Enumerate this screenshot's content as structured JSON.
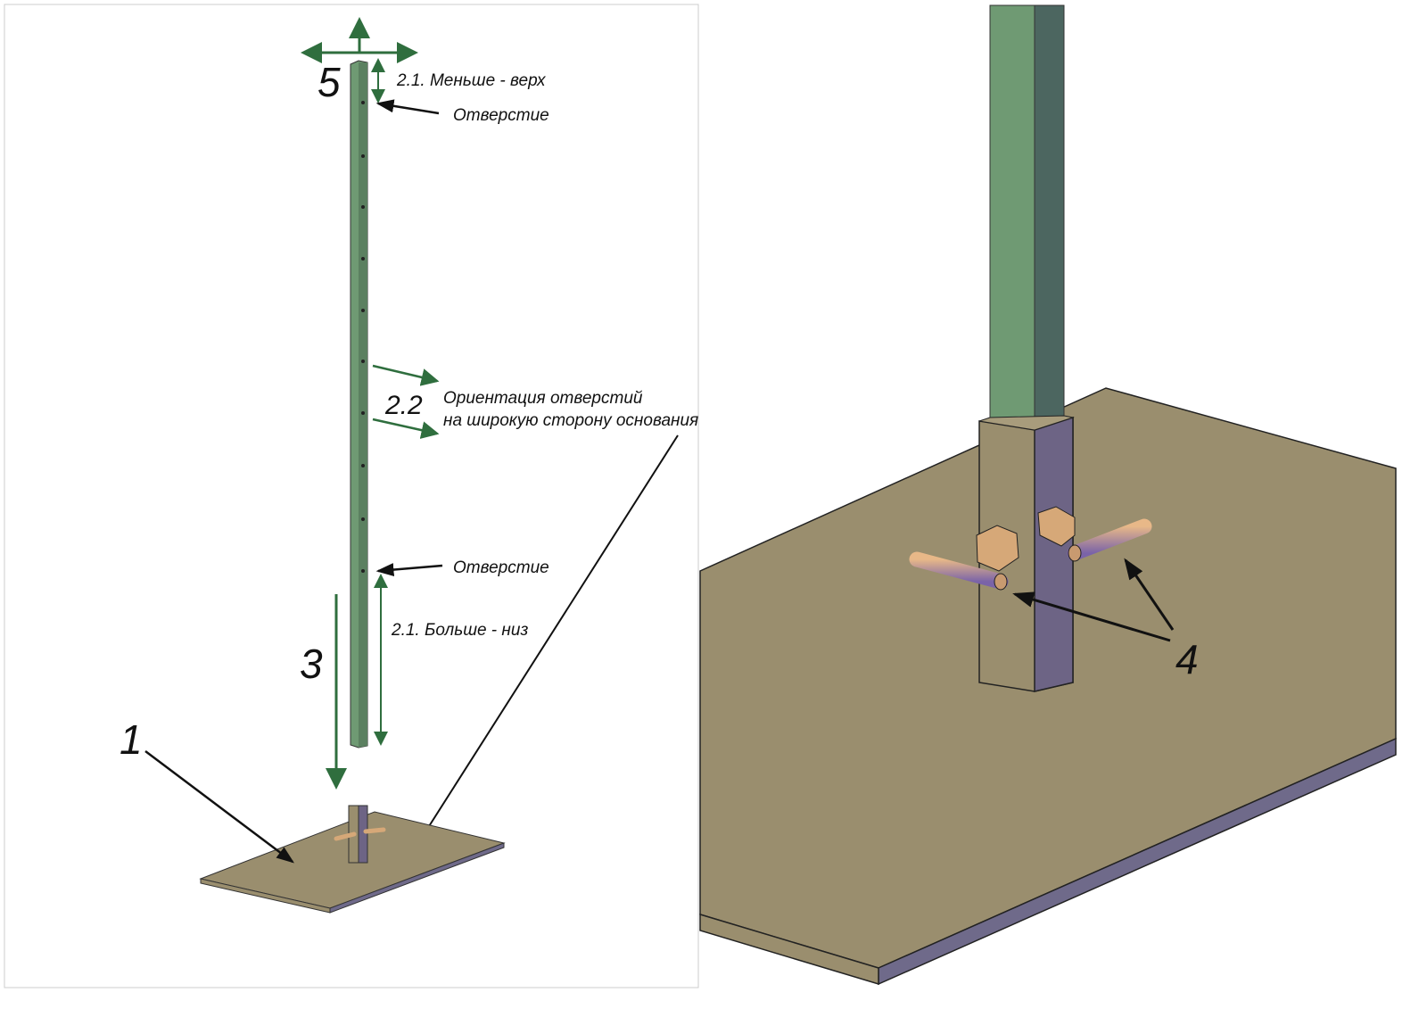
{
  "colors": {
    "pole": "#6f9a73",
    "pole_dark": "#4c6660",
    "plate": "#9a8e6e",
    "plate_edge": "#6f6a8a",
    "socket_front": "#9a8e6e",
    "socket_side": "#6d6485",
    "bolt": "#d6a878",
    "arrow_green": "#2f6e3e"
  },
  "left_panel": {
    "label_5": "5",
    "label_top": "2.1. Меньше - верх",
    "label_hole_top": "Отверстие",
    "label_22": "2.2",
    "label_orient_1": "Ориентация отверстий",
    "label_orient_2": "на широкую сторону основания",
    "label_hole_bottom": "Отверстие",
    "label_bottom": "2.1. Больше - низ",
    "label_3": "3",
    "label_1": "1"
  },
  "right_panel": {
    "label_4": "4"
  }
}
